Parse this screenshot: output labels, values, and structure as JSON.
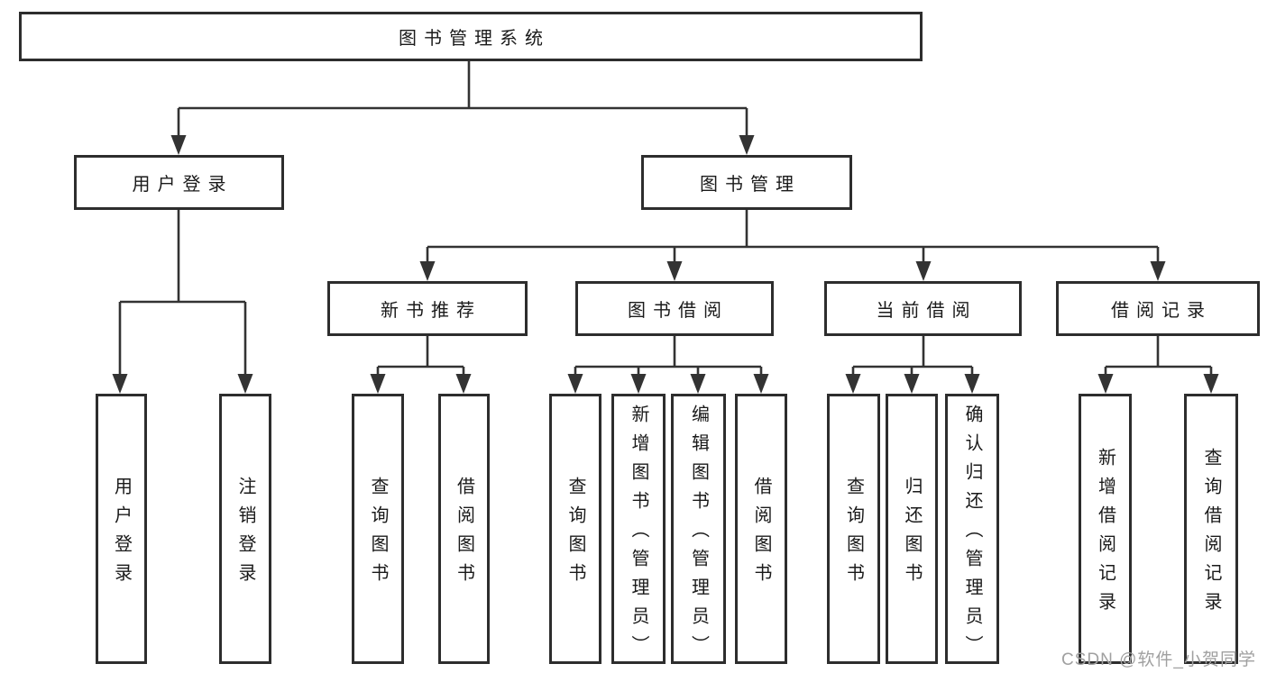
{
  "diagram": {
    "root": "图书管理系统",
    "level1": [
      "用户登录",
      "图书管理"
    ],
    "level2": [
      "新书推荐",
      "图书借阅",
      "当前借阅",
      "借阅记录"
    ],
    "leaves": {
      "login": [
        "用户登录",
        "注销登录"
      ],
      "newbook": [
        "查询图书",
        "借阅图书"
      ],
      "bookborrow": [
        "查询图书",
        "新增图书（管理员）",
        "编辑图书（管理员）",
        "借阅图书"
      ],
      "currentborrow": [
        "查询图书",
        "归还图书",
        "确认归还（管理员）"
      ],
      "records": [
        "新增借阅记录",
        "查询借阅记录"
      ]
    }
  },
  "watermark": "CSDN @软件_小贺同学",
  "colors": {
    "line": "#333333",
    "box_border": "#2d2d2d",
    "text": "#1a1a1a",
    "watermark": "#a0a0a0",
    "background": "#ffffff"
  }
}
